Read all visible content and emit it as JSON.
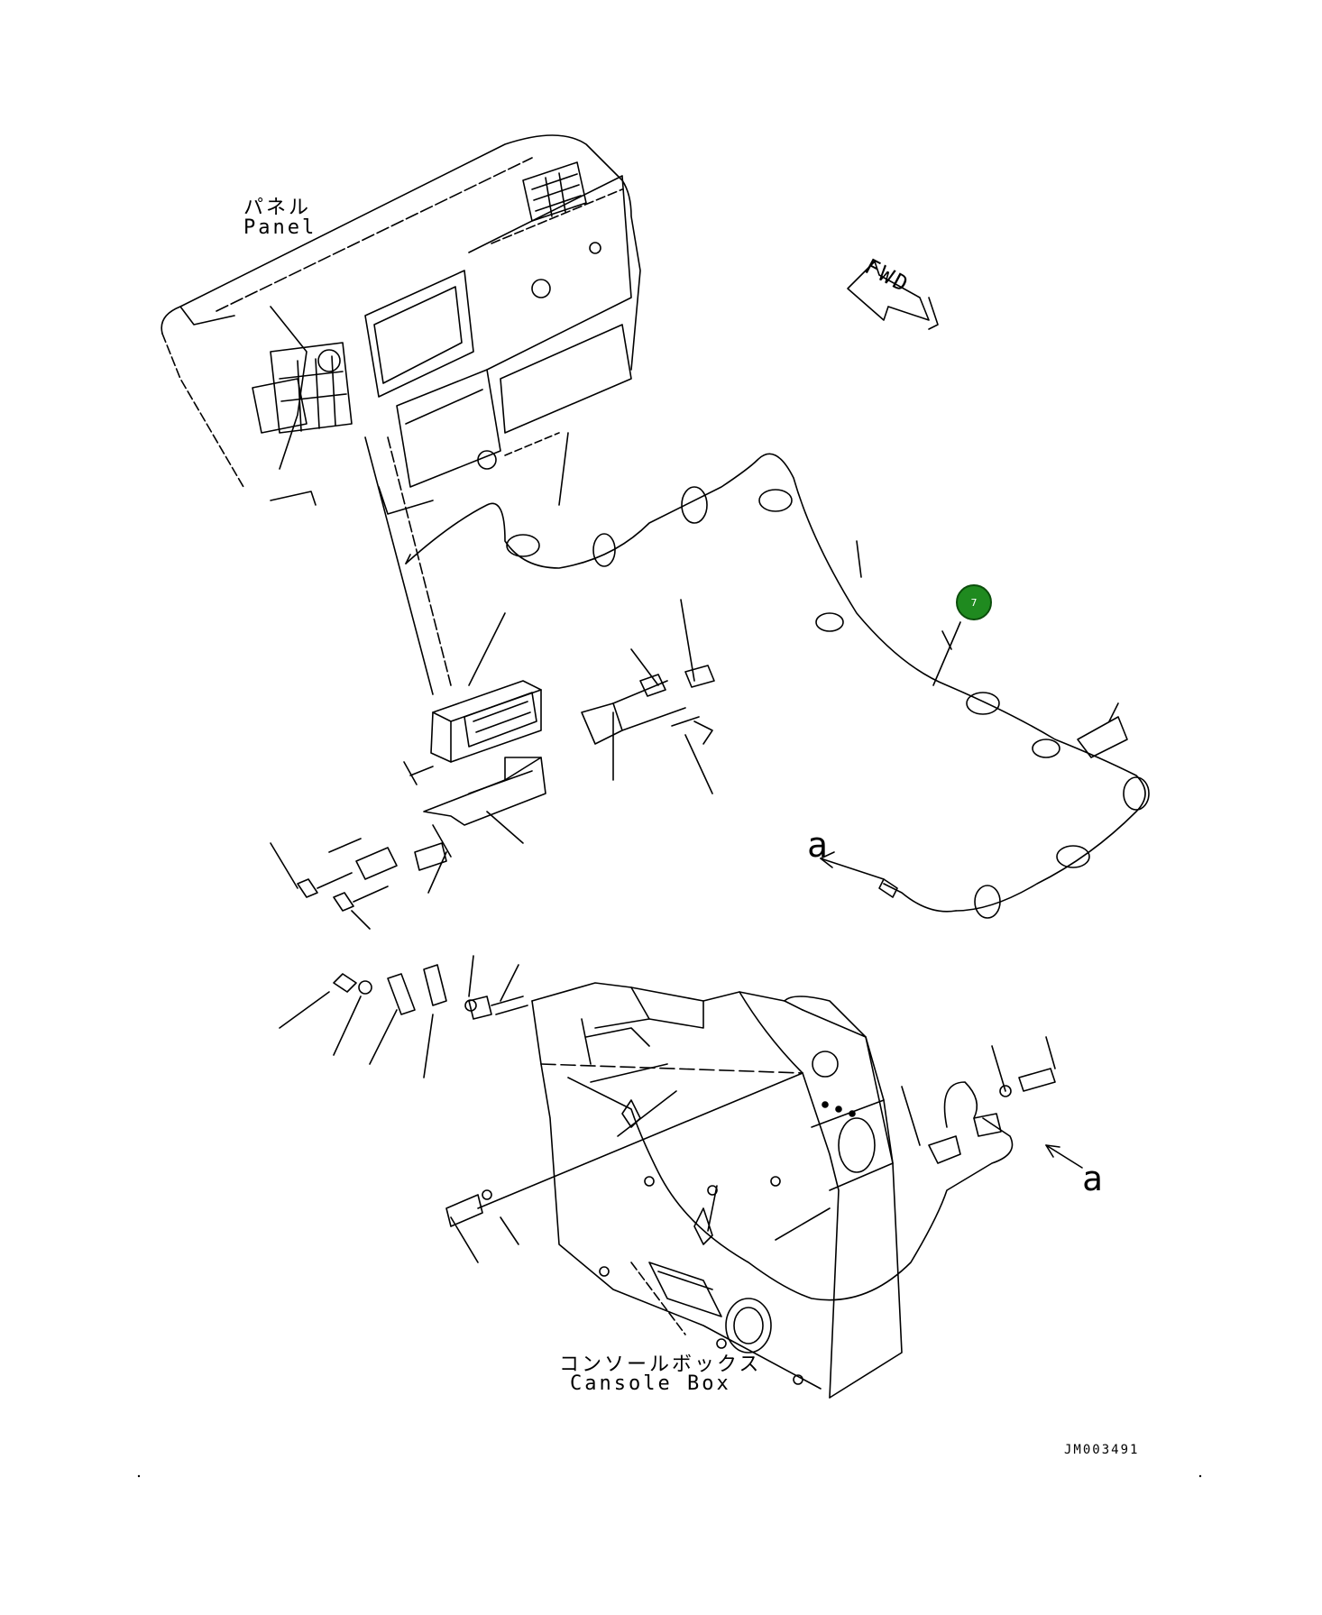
{
  "labels": {
    "panel_jp": "パネル",
    "panel_en": "Panel",
    "console_jp": "コンソールボックス",
    "console_en": "Cansole Box",
    "fwd": "FWD",
    "callout_a_upper": "a",
    "callout_a_lower": "a",
    "drawing_number": "JM003491"
  },
  "callout_badge": {
    "number": "7",
    "color": "#1f8a1f"
  }
}
